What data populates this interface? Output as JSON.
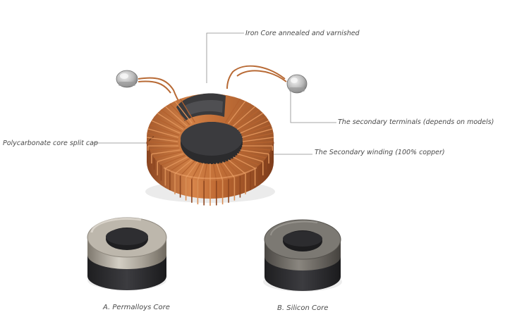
{
  "callouts": {
    "iron_core": "Iron Core annealed and varnished",
    "secondary_terminals": "The secondary terminals (depends on models)",
    "secondary_winding": "The Secondary winding (100% copper)",
    "split_cap": "Polycarbonate core split cap"
  },
  "cores": {
    "a_label": "A. Permalloys Core",
    "b_label": "B. Silicon Core"
  },
  "colors": {
    "copper": "#b4622f",
    "copper_light": "#e0935a",
    "core_dark": "#2e2e30",
    "permalloy_band": "#a6a096",
    "silicon_band": "#6b6862",
    "leader_line": "#8a8a8a"
  }
}
